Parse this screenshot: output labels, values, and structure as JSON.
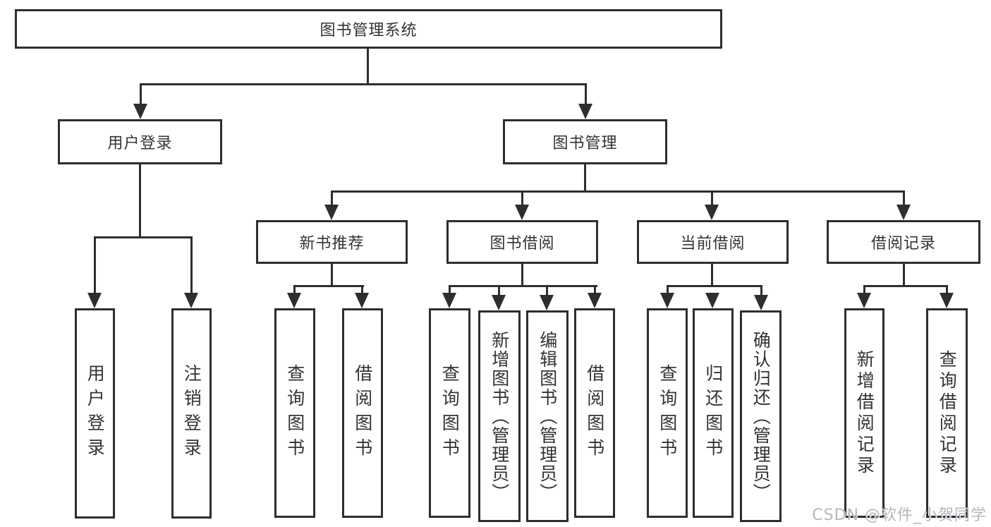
{
  "tree": {
    "root": "图书管理系统",
    "user": {
      "label": "用户登录",
      "children": [
        "用户登录",
        "注销登录"
      ]
    },
    "books": {
      "label": "图书管理",
      "groups": [
        {
          "label": "新书推荐",
          "children": [
            "查询图书",
            "借阅图书"
          ]
        },
        {
          "label": "图书借阅",
          "children": [
            "查询图书",
            "新增图书（管理员）",
            "编辑图书（管理员）",
            "借阅图书"
          ]
        },
        {
          "label": "当前借阅",
          "children": [
            "查询图书",
            "归还图书",
            "确认归还（管理员）"
          ]
        },
        {
          "label": "借阅记录",
          "children": [
            "新增借阅记录",
            "查询借阅记录"
          ]
        }
      ]
    }
  },
  "watermark": "CSDN @软件_小贺同学",
  "colors": {
    "line": "#2e2e2e",
    "box_border": "#2e2e2e",
    "text": "#333333",
    "watermark": "#b4b7bc",
    "background": "#ffffff"
  }
}
